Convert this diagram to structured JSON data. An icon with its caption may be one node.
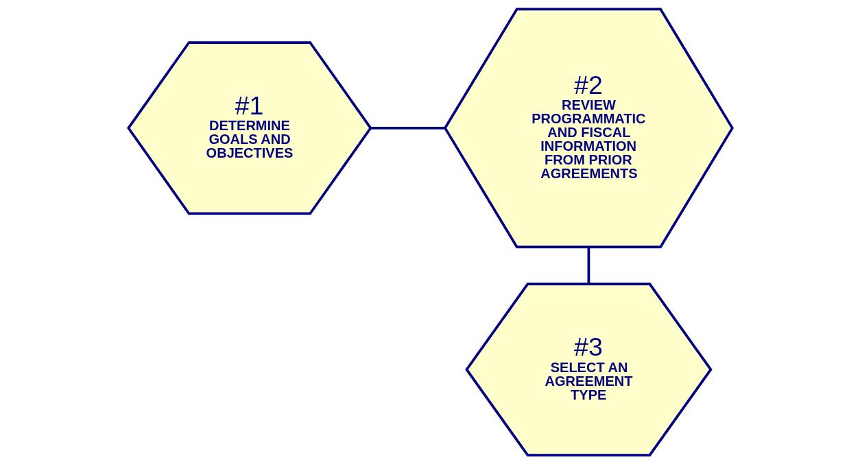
{
  "diagram": {
    "nodes": [
      {
        "text": [
          "#1",
          "DETERMINE GOALS AND OBJECTIVES"
        ]
      },
      {
        "text": [
          "#2",
          "REVIEW PROGRAMMATIC AND FISCAL INFORMATION FROM PRIOR AGREEMENTS"
        ]
      },
      {
        "text": [
          "#3",
          "SELECT AN AGREEMENT TYPE"
        ]
      }
    ],
    "edges": [
      {
        "from": 0,
        "to": 1,
        "arrow": "none"
      },
      {
        "from": 1,
        "to": 2,
        "arrow": "none"
      }
    ]
  }
}
